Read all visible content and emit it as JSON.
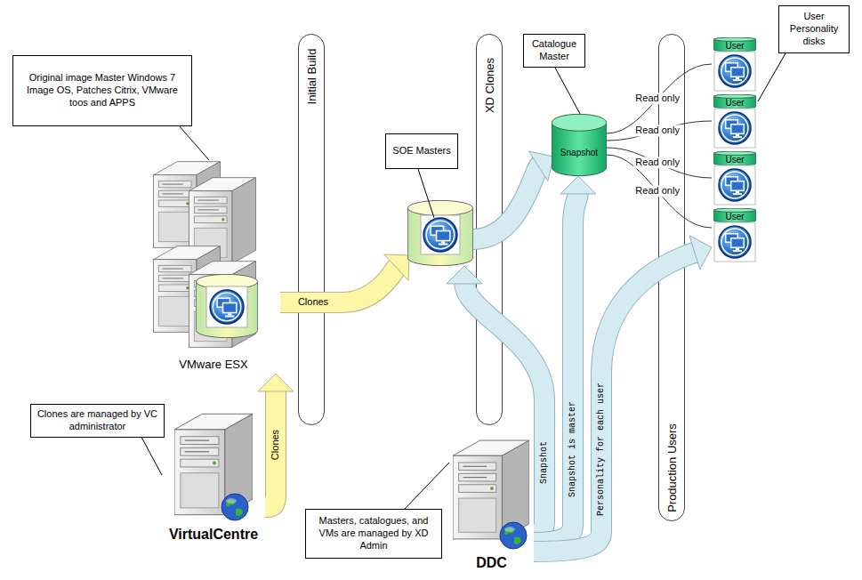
{
  "diagram": {
    "nodes": [
      {
        "text": [
          "Original image Master Windows 7 Image OS, Patches Citrix, VMware toos and APPS"
        ]
      },
      {
        "text": [
          "VMware ESX"
        ]
      },
      {
        "text": [
          "Initial Build"
        ]
      },
      {
        "text": [
          "SOE Masters"
        ]
      },
      {
        "text": [
          "XD Clones"
        ]
      },
      {
        "text": [
          "Catalogue Master"
        ]
      },
      {
        "text": [
          "Snapshot"
        ]
      },
      {
        "text": [
          "Production Users"
        ]
      },
      {
        "text": [
          "User"
        ]
      },
      {
        "text": [
          "User"
        ]
      },
      {
        "text": [
          "User"
        ]
      },
      {
        "text": [
          "User"
        ]
      },
      {
        "text": [
          "User Personality disks"
        ]
      },
      {
        "text": [
          "Clones are managed by VC administrator"
        ]
      },
      {
        "text": [
          "VirtualCentre"
        ]
      },
      {
        "text": [
          "Masters, catalogues, and VMs are managed by XD Admin"
        ]
      },
      {
        "text": [
          "DDC"
        ]
      }
    ],
    "edges": [
      {
        "from": 0,
        "to": 1,
        "arrow": "none"
      },
      {
        "from": 14,
        "to": 1,
        "label": "Clones",
        "arrow": "to"
      },
      {
        "from": 1,
        "to": 3,
        "label": "Clones",
        "arrow": "to"
      },
      {
        "from": 3,
        "to": 6,
        "arrow": "to"
      },
      {
        "from": 5,
        "to": 6,
        "arrow": "none"
      },
      {
        "from": 6,
        "to": 8,
        "label": "Read only",
        "arrow": "none"
      },
      {
        "from": 6,
        "to": 9,
        "label": "Read only",
        "arrow": "none"
      },
      {
        "from": 6,
        "to": 10,
        "label": "Read only",
        "arrow": "none"
      },
      {
        "from": 6,
        "to": 11,
        "label": "Read only",
        "arrow": "none"
      },
      {
        "from": 12,
        "to": 9,
        "arrow": "none"
      },
      {
        "from": 13,
        "to": 14,
        "arrow": "none"
      },
      {
        "from": 15,
        "to": 16,
        "arrow": "none"
      },
      {
        "from": 16,
        "to": 3,
        "label": "Snapshot",
        "arrow": "to"
      },
      {
        "from": 16,
        "to": 6,
        "label": "Snapshot is master",
        "arrow": "to"
      },
      {
        "from": 16,
        "to": 11,
        "label": "Personality for each user",
        "arrow": "to"
      }
    ]
  }
}
